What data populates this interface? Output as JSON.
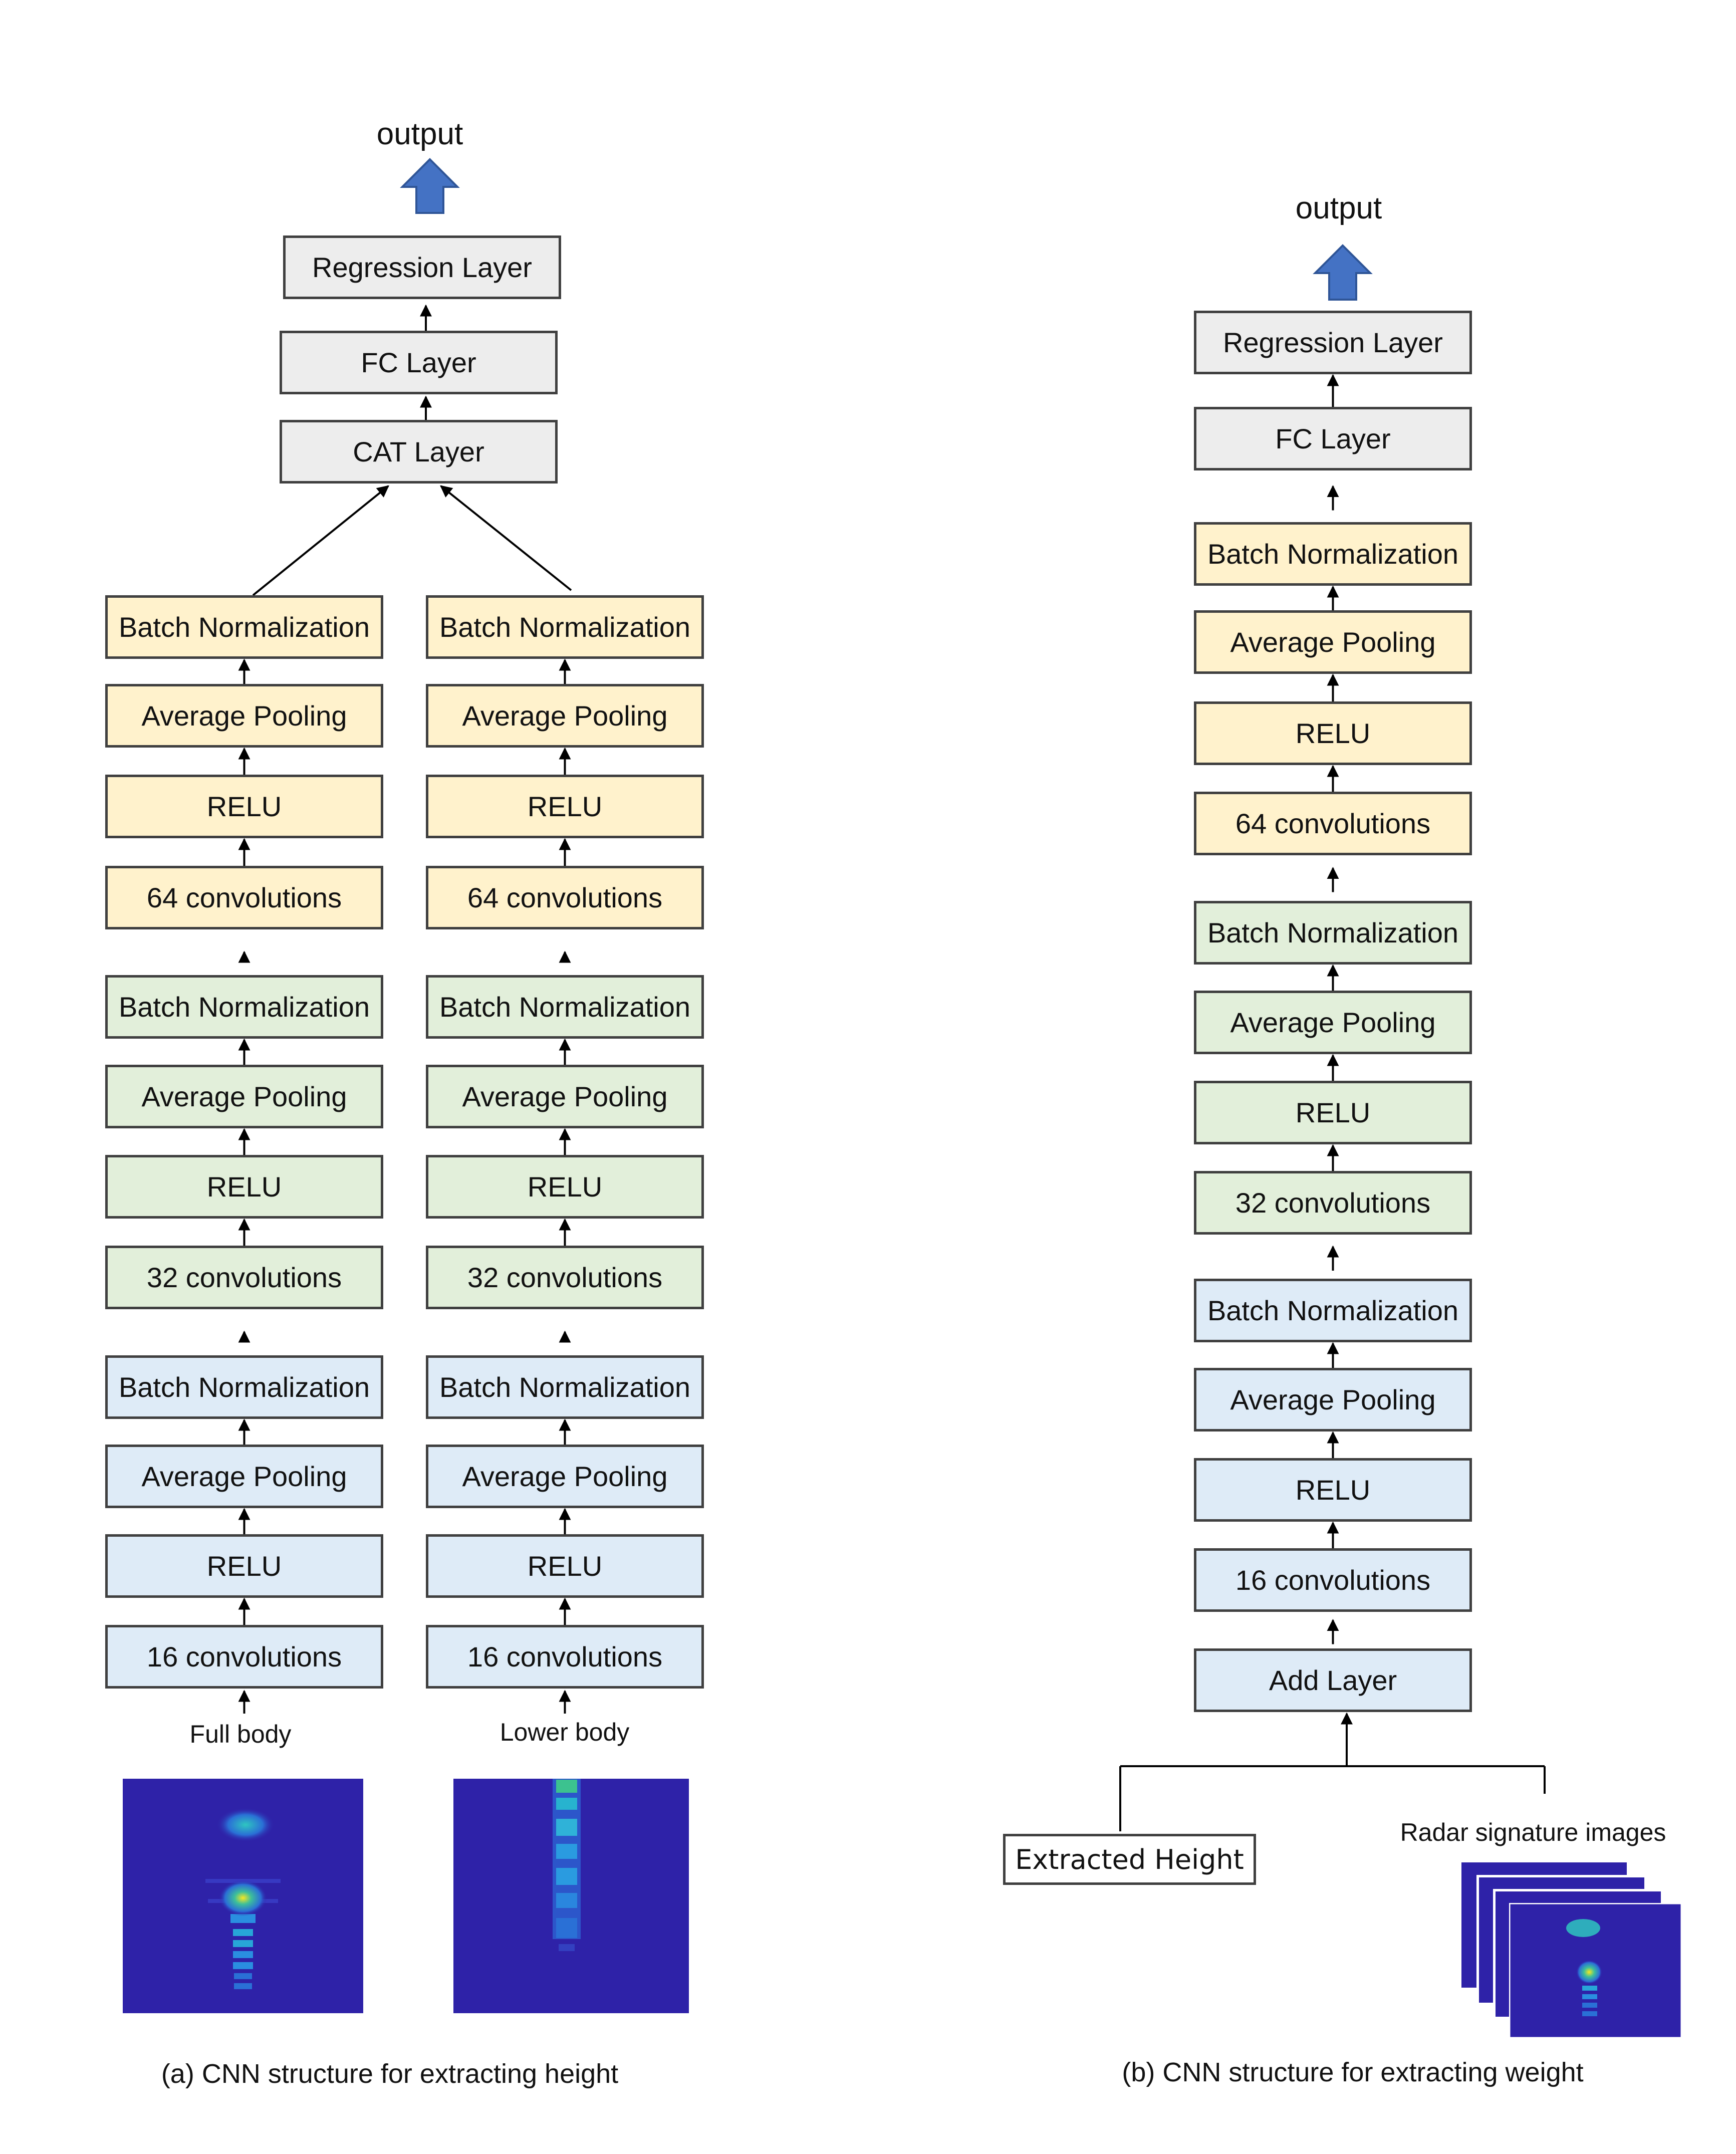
{
  "panel_a": {
    "output_label": "output",
    "head": [
      "Regression Layer",
      "FC Layer",
      "CAT Layer"
    ],
    "branches": [
      {
        "input_label": "Full body",
        "layers": [
          "Batch Normalization",
          "Average Pooling",
          "RELU",
          "64 convolutions",
          "Batch Normalization",
          "Average Pooling",
          "RELU",
          "32 convolutions",
          "Batch Normalization",
          "Average Pooling",
          "RELU",
          "16 convolutions"
        ]
      },
      {
        "input_label": "Lower body",
        "layers": [
          "Batch Normalization",
          "Average Pooling",
          "RELU",
          "64 convolutions",
          "Batch Normalization",
          "Average Pooling",
          "RELU",
          "32 convolutions",
          "Batch Normalization",
          "Average Pooling",
          "RELU",
          "16 convolutions"
        ]
      }
    ],
    "caption": "(a) CNN structure for extracting height"
  },
  "panel_b": {
    "output_label": "output",
    "layers": [
      "Regression Layer",
      "FC Layer",
      "Batch Normalization",
      "Average Pooling",
      "RELU",
      "64 convolutions",
      "Batch Normalization",
      "Average Pooling",
      "RELU",
      "32 convolutions",
      "Batch Normalization",
      "Average Pooling",
      "RELU",
      "16 convolutions",
      "Add Layer"
    ],
    "input_left": "Extracted Height",
    "input_right": "Radar signature images",
    "caption": "(b) CNN structure for extracting weight"
  },
  "colors": {
    "stage_64": "#fff2cc",
    "stage_32": "#e2efda",
    "stage_16": "#deebf7",
    "head": "#ededed",
    "output_arrow": "#4472c4",
    "heatmap_background": "#2e22a8"
  }
}
